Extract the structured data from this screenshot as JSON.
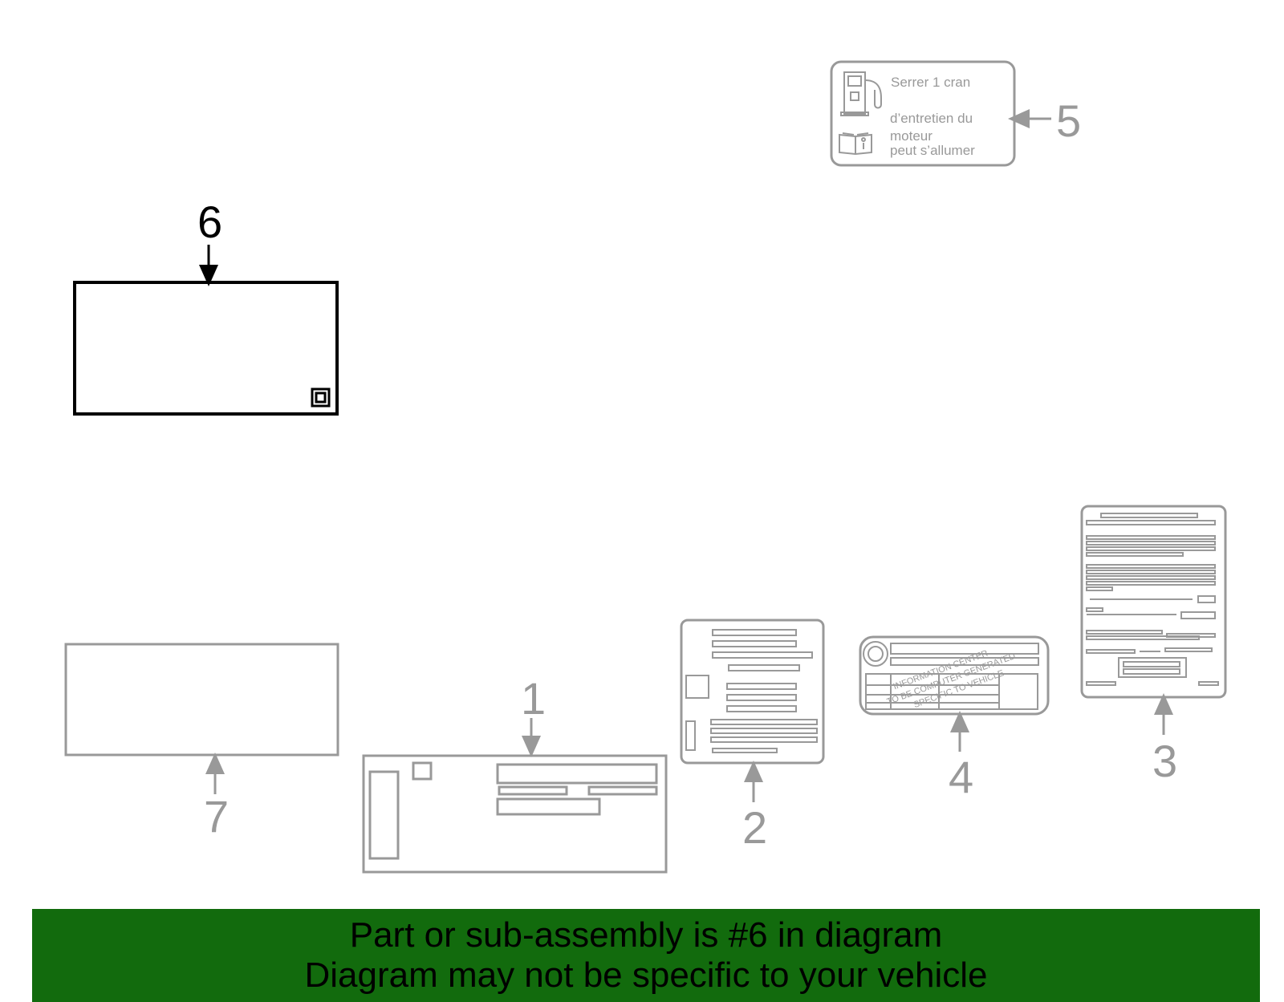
{
  "callouts": {
    "n1": "1",
    "n2": "2",
    "n3": "3",
    "n4": "4",
    "n5": "5",
    "n6": "6",
    "n7": "7"
  },
  "label5": {
    "line1": "Serrer 1 cran",
    "line2": "d’entretien du",
    "line3": "moteur",
    "line4": "peut s’allumer"
  },
  "label4_stamp": {
    "line1": "INFORMATION CENTER",
    "line2": "TO BE COMPUTER GENERATED",
    "line3": "SPECIFIC TO VEHICLE"
  },
  "banner": {
    "line1": "Part or sub-assembly is #6 in diagram",
    "line2": "Diagram may not be specific to your vehicle"
  },
  "colors": {
    "highlight": "#000000",
    "dimmed": "#999999",
    "banner_bg": "#126b0d"
  },
  "icons": [
    "fuel-pump-icon",
    "owner-manual-icon",
    "brand-logo-icon"
  ]
}
